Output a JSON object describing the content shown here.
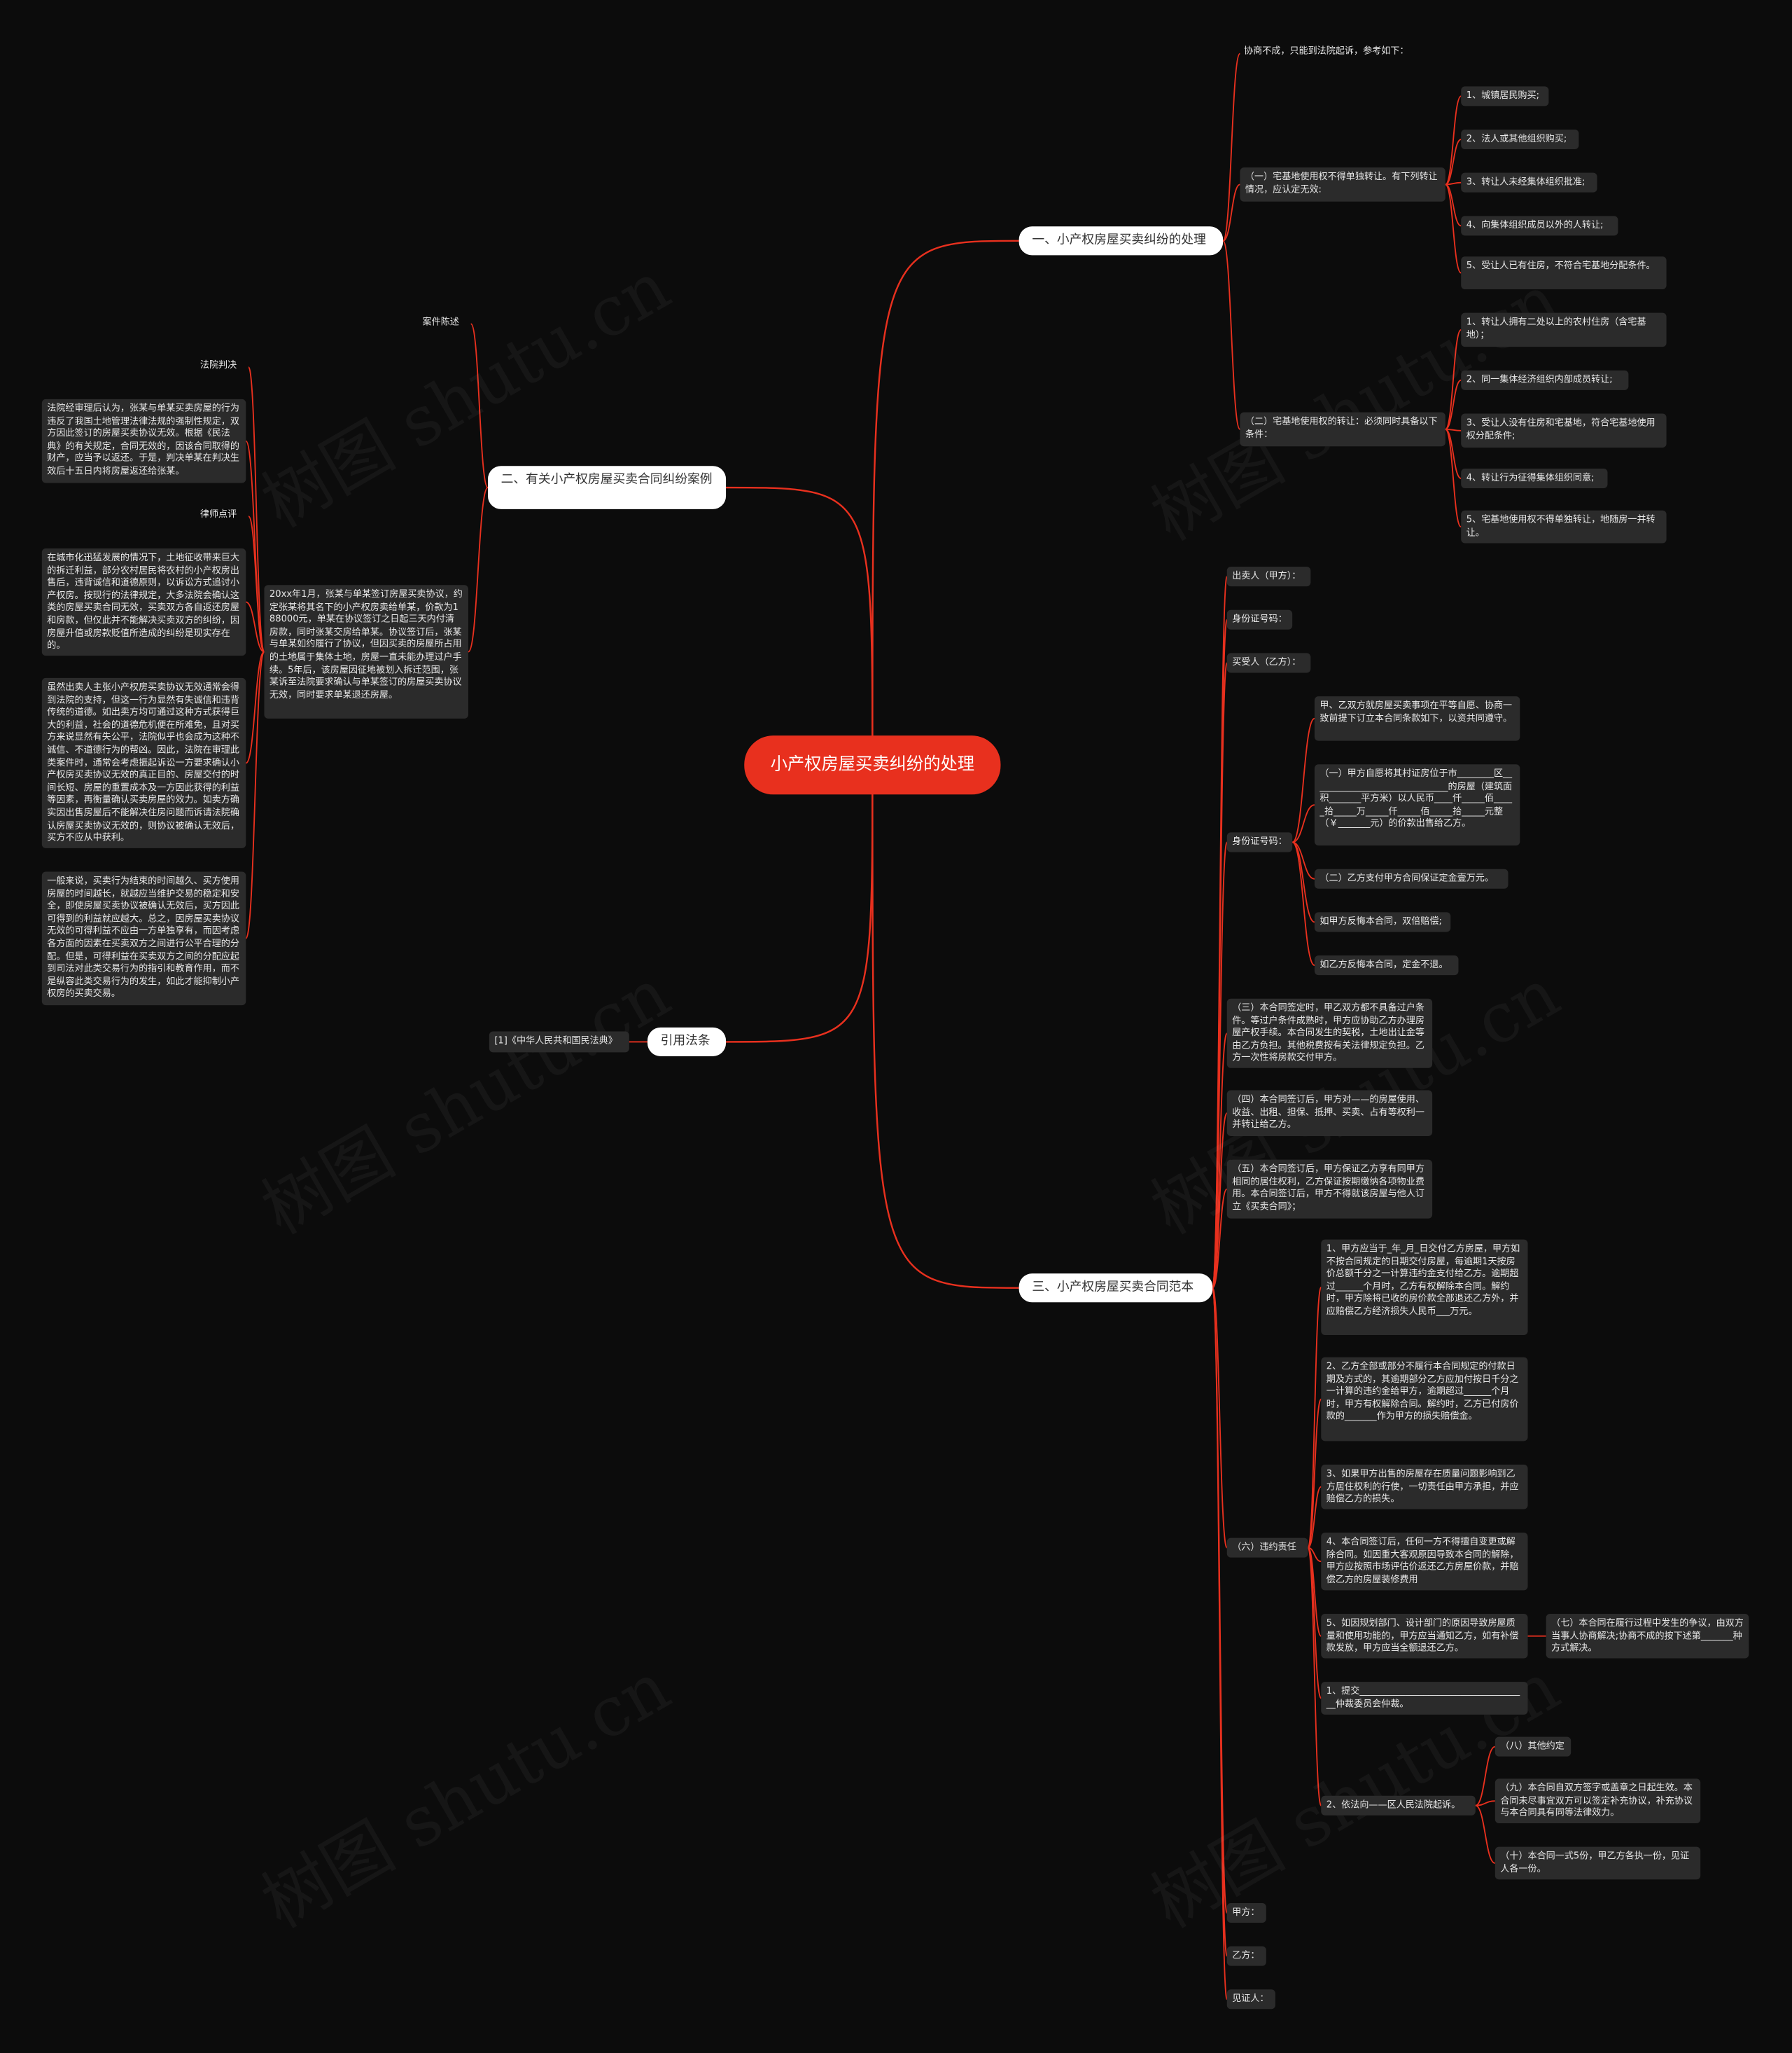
{
  "root": "小产权房屋买卖纠纷的处理",
  "watermark": "树图 shutu.cn",
  "line_color": "#e8301e",
  "branches": [
    {
      "label": "一、小产权房屋买卖纠纷的处理",
      "children": [
        {
          "label": "协商不成，只能到法院起诉，参考如下："
        },
        {
          "label": "（一）宅基地使用权不得单独转让。有下列转让情况，应认定无效:",
          "children": [
            "1、城镇居民购买;",
            "2、法人或其他组织购买;",
            "3、转让人未经集体组织批准;",
            "4、向集体组织成员以外的人转让;",
            "5、受让人已有住房，不符合宅基地分配条件。"
          ]
        },
        {
          "label": "（二）宅基地使用权的转让：必须同时具备以下条件：",
          "children": [
            "1、转让人拥有二处以上的农村住房（含宅基地）；",
            "2、同一集体经济组织内部成员转让;",
            "3、受让人没有住房和宅基地，符合宅基地使用权分配条件;",
            "4、转让行为征得集体组织同意;",
            "5、宅基地使用权不得单独转让，地随房一并转让。"
          ]
        }
      ]
    },
    {
      "label": "二、有关小产权房屋买卖合同纠纷案例",
      "case_intro": "案件陈述",
      "case_text": "20xx年1月，张某与单某签订房屋买卖协议，约定张某将其名下的小产权房卖给单某，价款为188000元，单某在协议签订之日起三天内付清房款，同时张某交房给单某。协议签订后，张某与单某如约履行了协议，但因买卖的房屋所占用的土地属于集体土地，房屋一直未能办理过户手续。5年后，该房屋因征地被划入拆迁范围，张某诉至法院要求确认与单某签订的房屋买卖协议无效，同时要求单某退还房屋。",
      "judgment_title": "法院判决",
      "judgment_text": "法院经审理后认为，张某与单某买卖房屋的行为违反了我国土地管理法律法规的强制性规定，双方因此签订的房屋买卖协议无效。根据《民法典》的有关规定，合同无效的，因该合同取得的财产，应当予以返还。于是，判决单某在判决生效后十五日内将房屋返还给张某。",
      "comment_title": "律师点评",
      "comments": [
        "在城市化迅猛发展的情况下，土地征收带来巨大的拆迁利益，部分农村居民将农村的小产权房出售后，违背诚信和道德原则，以诉讼方式追讨小产权房。按现行的法律规定，大多法院会确认这类的房屋买卖合同无效，买卖双方各自返还房屋和房款，但仅此并不能解决买卖双方的纠纷，因房屋升值或房款贬值所造成的纠纷是现实存在的。",
        "虽然出卖人主张小产权房买卖协议无效通常会得到法院的支持，但这一行为显然有失诚信和违背传统的道德。如出卖方均可通过这种方式获得巨大的利益，社会的道德危机便在所难免，且对买方来说显然有失公平，法院似乎也会成为这种不诚信、不道德行为的帮凶。因此，法院在审理此类案件时，通常会考虑振起诉讼一方要求确认小产权房买卖协议无效的真正目的、房屋交付的时间长短、房屋的重置成本及一方因此获得的利益等因素，再衡量确认买卖房屋的效力。如卖方确实因出售房屋后不能解决住房问题而诉请法院确认房屋买卖协议无效的，则协议被确认无效后，买方不应从中获利。",
        "一般来说，买卖行为结束的时间越久、买方使用房屋的时间越长，就越应当维护交易的稳定和安全，即使房屋买卖协议被确认无效后，买方因此可得到的利益就应越大。总之，因房屋买卖协议无效的可得利益不应由一方单独享有，而因考虑各方面的因素在买卖双方之间进行公平合理的分配。但是，可得利益在买卖双方之间的分配应起到司法对此类交易行为的指引和教育作用，而不是纵容此类交易行为的发生，如此才能抑制小产权房的买卖交易。"
      ]
    },
    {
      "label": "引用法条",
      "children": [
        "[1]《中华人民共和国民法典》"
      ]
    },
    {
      "label": "三、小产权房屋买卖合同范本",
      "seller": "出卖人（甲方）：",
      "id1": "身份证号码：",
      "buyer": "买受人（乙方）：",
      "id2": "身份证号码：",
      "id2_children": [
        "甲、乙双方就房屋买卖事项在平等自愿、协商一致前提下订立本合同条款如下，以资共同遵守。",
        "（一）甲方自愿将其村证房位于市________区______________________________的房屋（建筑面积_______平方米）以人民币____仟_____佰_____拾_____万_____仟_____佰_____拾_____元整（￥_______元）的价款出售给乙方。",
        "（二）乙方支付甲方合同保证定金壹万元。",
        "如甲方反悔本合同，双倍赔偿;",
        "如乙方反悔本合同，定金不退。"
      ],
      "clause3": "（三）本合同签定时，甲乙双方都不具备过户条件。等过户条件成熟时，甲方应协助乙方办理房屋产权手续。本合同发生的契税，土地出让金等由乙方负担。其他税费按有关法律规定负担。乙方一次性将房款交付甲方。",
      "clause4": "（四）本合同签订后，甲方对——的房屋使用、收益、出租、担保、抵押、买卖、占有等权利一并转让给乙方。",
      "clause5": "（五）本合同签订后，甲方保证乙方享有同甲方相同的居住权利，乙方保证按期缴纳各项物业费用。本合同签订后，甲方不得就该房屋与他人订立《买卖合同》；",
      "clause6_title": "（六）违约责任",
      "clause6_items": [
        "1、甲方应当于_年_月_日交付乙方房屋，甲方如不按合同规定的日期交付房屋，每逾期1天按房价总额千分之一计算违约金支付给乙方。逾期超过______个月时，乙方有权解除本合同。解约时，甲方除将已收的房价款全部退还乙方外，并应赔偿乙方经济损失人民币___万元。",
        "2、乙方全部或部分不履行本合同规定的付款日期及方式的，其逾期部分乙方应加付按日千分之一计算的违约金给甲方，逾期超过______个月时，甲方有权解除合同。解约时，乙方已付房价款的_______作为甲方的损失赔偿金。",
        "3、如果甲方出售的房屋存在质量问题影响到乙方居住权利的行使，一切责任由甲方承担，并应赔偿乙方的损失。",
        "4、本合同签订后，任何一方不得擅自变更或解除合同。如因重大客观原因导致本合同的解除，甲方应按照市场评估价返还乙方房屋价款，并赔偿乙方的房屋装修费用",
        "5、如因规划部门、设计部门的原因导致房屋质量和使用功能的，甲方应当通知乙方，如有补偿款发放，甲方应当全额退还乙方。"
      ],
      "clause7": "（七）本合同在履行过程中发生的争议，由双方当事人协商解决;协商不成的按下述第_______种方式解决。",
      "option1": "1、提交_____________________________________仲裁委员会仲裁。",
      "option2": "2、依法向——区人民法院起诉。",
      "option2_children": [
        "（八）其他约定",
        "（九）本合同自双方签字或盖章之日起生效。本合同未尽事宜双方可以签定补充协议，补充协议与本合同具有同等法律效力。",
        "（十）本合同一式5份，甲乙方各执一份，见证人各一份。"
      ],
      "sign_a": "甲方：",
      "sign_b": "乙方：",
      "witness": "见证人："
    }
  ]
}
